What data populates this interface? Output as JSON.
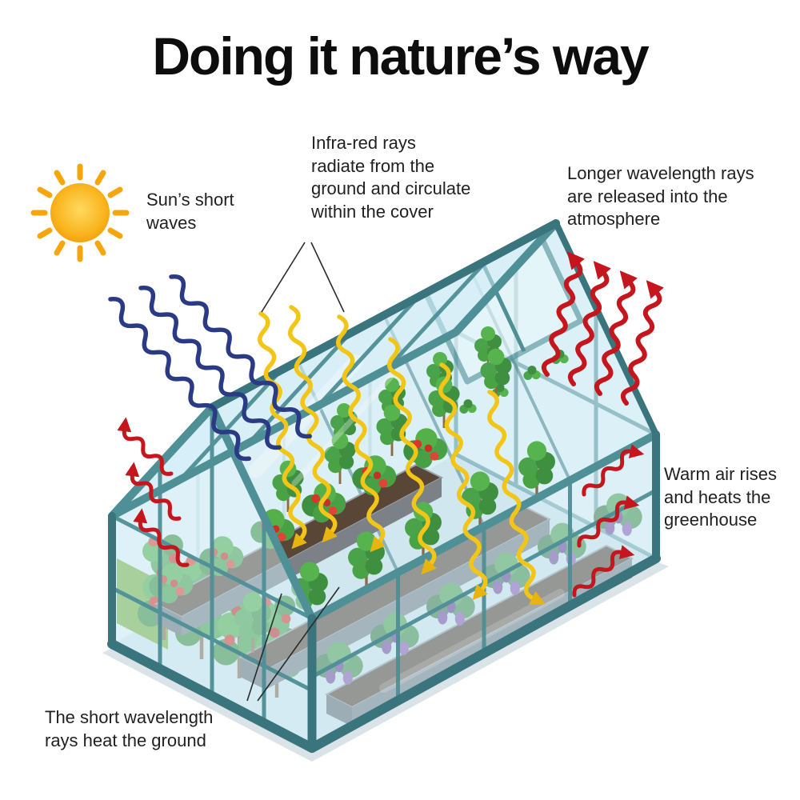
{
  "title": "Doing it nature’s way",
  "annotations": {
    "sun_label": "Sun’s short\nwaves",
    "infrared_label": "Infra-red rays\nradiate from the\nground and circulate\nwithin the cover",
    "released_label": "Longer wavelength rays\nare released into the\natmosphere",
    "warm_air_label": "Warm air rises\nand heats the\ngreenhouse",
    "ground_label": "The short wavelength\nrays heat the ground"
  },
  "colors": {
    "title_text": "#0d0d0d",
    "body_text": "#212121",
    "sun": "#f6a50a",
    "short_waves": "#2a3a85",
    "infrared_waves": "#f3c516",
    "released_waves": "#c4161c",
    "frame": "#4f8f96",
    "frame_dark": "#3a757d",
    "glass": "#cdeaf5",
    "tomato": "#d9352b",
    "eggplant": "#7b4fa0",
    "foliage": "#4aa24a"
  }
}
